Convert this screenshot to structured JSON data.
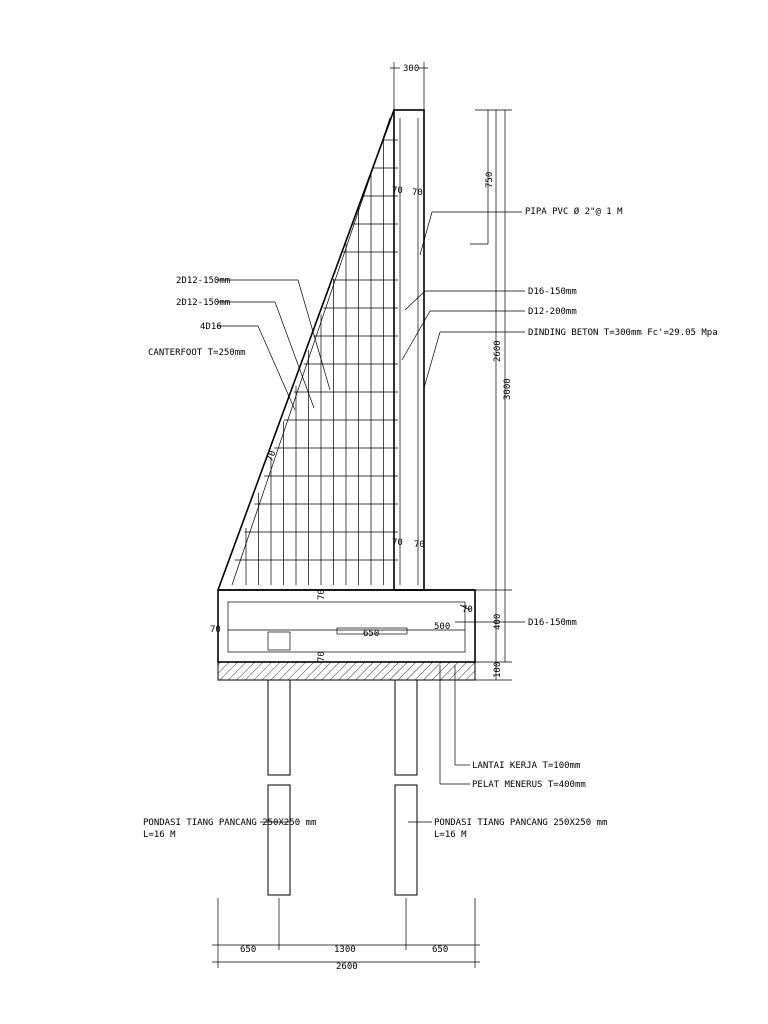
{
  "dimensions": {
    "top_width": "300",
    "top_height": "750",
    "wall_height": "2600",
    "total_height": "3000",
    "slab_thickness": "400",
    "work_floor_thickness": "100",
    "cover": "70",
    "pile_offset_left": "650",
    "pile_spacing": "1300",
    "pile_offset_right": "650",
    "base_width": "2600",
    "inner_650": "650",
    "inner_500": "500"
  },
  "labels": {
    "pvc_pipe": "PIPA PVC Ø 2\"@ 1 M",
    "d16_150": "D16-150mm",
    "d12_200": "D12-200mm",
    "concrete_wall": "DINDING BETON T=300mm Fc'=29.05 Mpa",
    "d16_150_slab": "D16-150mm",
    "d12_150_a": "2D12-150mm",
    "d12_150_b": "2D12-150mm",
    "d16_4": "4D16",
    "counterfort": "CANTERFOOT T=250mm",
    "work_floor": "LANTAI KERJA T=100mm",
    "continuous_slab": "PELAT MENERUS T=400mm",
    "pile_left_1": "PONDASI TIANG PANCANG 250X250 mm",
    "pile_left_2": "L=16 M",
    "pile_right_1": "PONDASI TIANG PANCANG 250X250 mm",
    "pile_right_2": "L=16 M"
  }
}
